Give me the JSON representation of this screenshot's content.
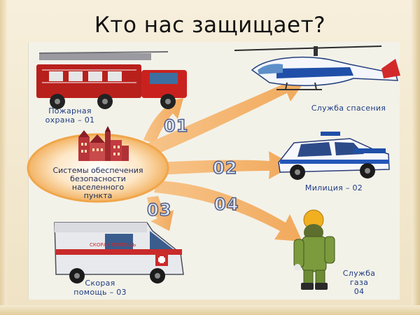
{
  "title": "Кто нас защищает?",
  "center": {
    "line1": "Системы обеспечения",
    "line2": "безопасности",
    "line3": "населенного",
    "line4": "пункта"
  },
  "services": {
    "fire": {
      "line1": "Пожарная",
      "line2": "охрана – 01",
      "number": "01"
    },
    "rescue": {
      "line1": "Служба спасения"
    },
    "police": {
      "line1": "Милиция – 02",
      "number": "02"
    },
    "gas": {
      "line1": "Служба",
      "line2": "газа",
      "line3": "04",
      "number": "04"
    },
    "ambulance": {
      "line1": "Скорая",
      "line2": "помощь – 03",
      "number": "03",
      "vehicle_text": "СКОРАЯ ПОМОЩЬ"
    }
  },
  "colors": {
    "arrow": "#f2b26b",
    "label": "#1e3c82",
    "fire_truck": "#b8201c",
    "hub": "#f0a64a"
  }
}
